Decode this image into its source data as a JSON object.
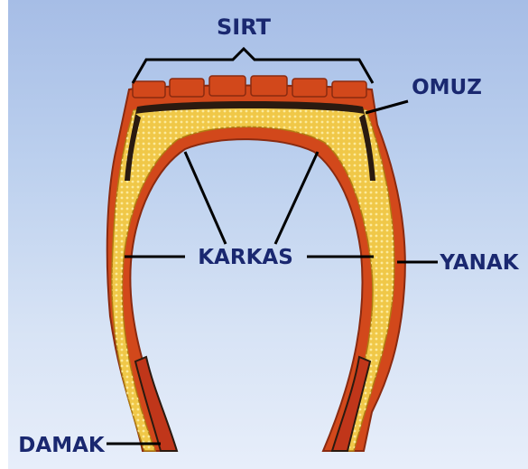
{
  "labels": {
    "sirt": "SIRT",
    "omuz": "OMUZ",
    "karkas": "KARKAS",
    "yanak": "YANAK",
    "damak": "DAMAK"
  },
  "colors": {
    "background_top": "#a6bde6",
    "background_bottom": "#e7eefa",
    "label_text": "#1a2870",
    "rubber_red": "#d2481b",
    "carcass_yellow": "#f0c848",
    "leader_line": "#000000"
  }
}
